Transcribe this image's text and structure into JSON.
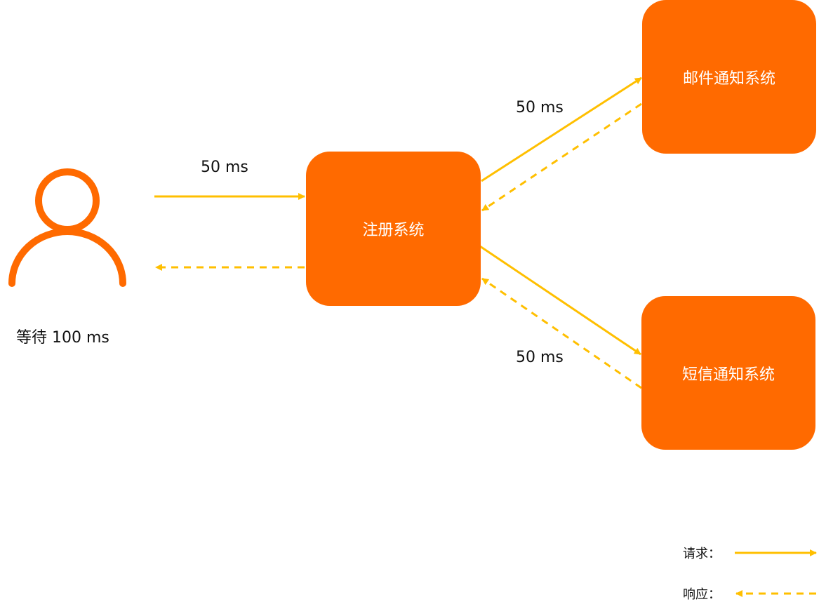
{
  "colors": {
    "node": "#ff6a00",
    "arrow": "#ffbf00",
    "text": "#111111"
  },
  "user": {
    "icon": "user-icon",
    "wait_label": "等待 100 ms"
  },
  "nodes": {
    "register": "注册系统",
    "email": "邮件通知系统",
    "sms": "短信通知系统"
  },
  "edges": {
    "user_to_register": "50 ms",
    "register_to_email": "50 ms",
    "register_to_sms": "50 ms"
  },
  "legend": {
    "request": "请求：",
    "response": "响应："
  }
}
